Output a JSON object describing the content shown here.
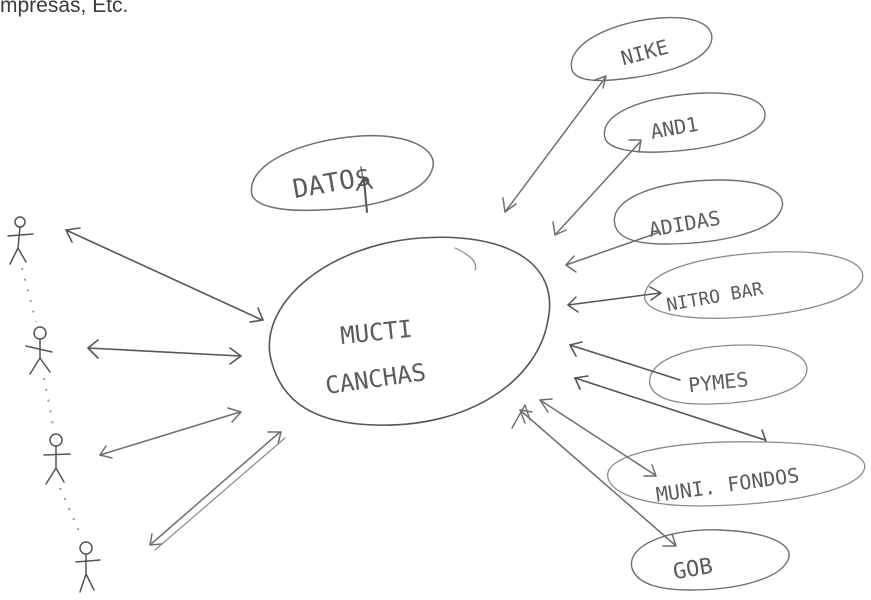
{
  "caption": "mpresas, Etc.",
  "center": {
    "line1": "MUCTI",
    "line2": "CANCHAS"
  },
  "data_bubble": "DATO$",
  "partners": {
    "nike": "NIKE",
    "and1": "AND1",
    "adidas": "ADIDAS",
    "nitro": "NITRO BAR",
    "pymes": "PYMES",
    "muni": "MUNI. FONDOS",
    "gob": "GOB"
  }
}
